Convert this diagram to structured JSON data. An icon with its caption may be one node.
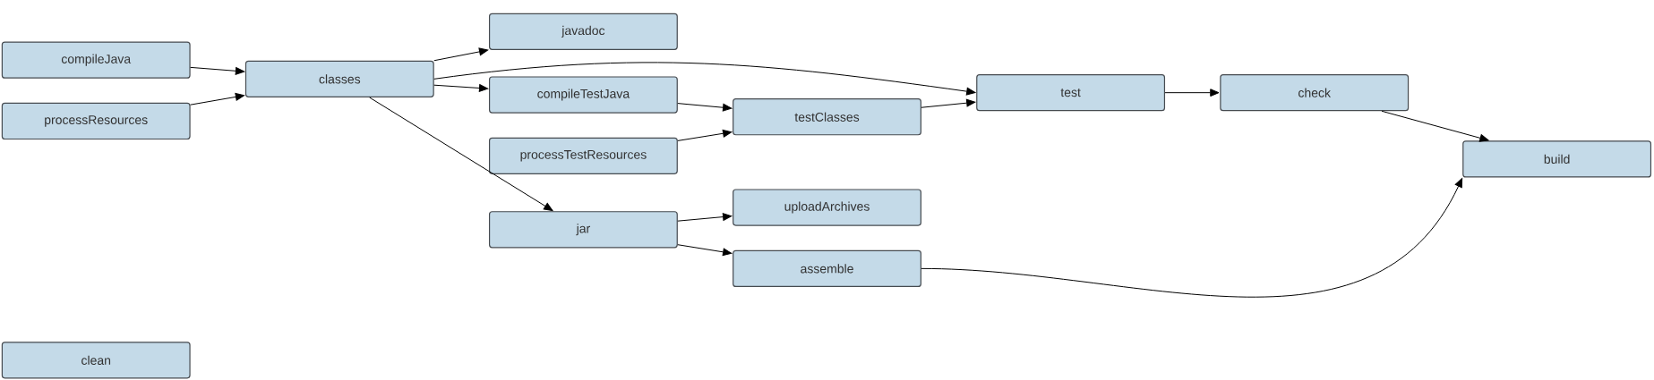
{
  "diagram": {
    "nodes": [
      {
        "text": [
          "compileJava"
        ]
      },
      {
        "text": [
          "processResources"
        ]
      },
      {
        "text": [
          "classes"
        ]
      },
      {
        "text": [
          "javadoc"
        ]
      },
      {
        "text": [
          "compileTestJava"
        ]
      },
      {
        "text": [
          "processTestResources"
        ]
      },
      {
        "text": [
          "jar"
        ]
      },
      {
        "text": [
          "testClasses"
        ]
      },
      {
        "text": [
          "uploadArchives"
        ]
      },
      {
        "text": [
          "assemble"
        ]
      },
      {
        "text": [
          "test"
        ]
      },
      {
        "text": [
          "check"
        ]
      },
      {
        "text": [
          "build"
        ]
      },
      {
        "text": [
          "clean"
        ]
      }
    ],
    "edges": [
      {
        "from": 0,
        "to": 2,
        "arrow": "to"
      },
      {
        "from": 1,
        "to": 2,
        "arrow": "to"
      },
      {
        "from": 2,
        "to": 3,
        "arrow": "to"
      },
      {
        "from": 2,
        "to": 10,
        "arrow": "to"
      },
      {
        "from": 2,
        "to": 4,
        "arrow": "to"
      },
      {
        "from": 2,
        "to": 6,
        "arrow": "to"
      },
      {
        "from": 4,
        "to": 7,
        "arrow": "to"
      },
      {
        "from": 5,
        "to": 7,
        "arrow": "to"
      },
      {
        "from": 7,
        "to": 10,
        "arrow": "to"
      },
      {
        "from": 10,
        "to": 11,
        "arrow": "to"
      },
      {
        "from": 11,
        "to": 12,
        "arrow": "to"
      },
      {
        "from": 6,
        "to": 8,
        "arrow": "to"
      },
      {
        "from": 6,
        "to": 9,
        "arrow": "to"
      },
      {
        "from": 9,
        "to": 12,
        "arrow": "to"
      }
    ]
  }
}
